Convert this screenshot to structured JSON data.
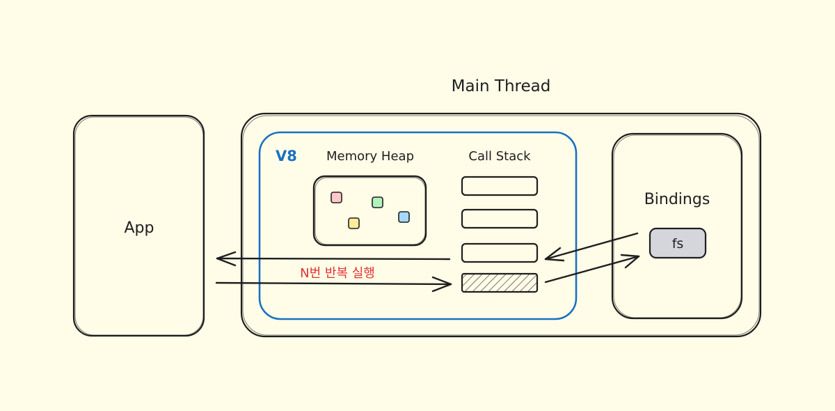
{
  "title": "Main Thread",
  "app": {
    "label": "App"
  },
  "v8": {
    "label": "V8",
    "memory_heap": {
      "label": "Memory Heap"
    },
    "call_stack": {
      "label": "Call Stack"
    }
  },
  "bindings": {
    "label": "Bindings",
    "fs": {
      "label": "fs"
    }
  },
  "loop_annotation": "N번 반복 실행",
  "colors": {
    "background": "#fffce8",
    "stroke": "#1e1e1e",
    "v8_accent": "#1971c2",
    "annotation": "#e03131",
    "fs_fill": "#d4d6dc",
    "heap_pink": "#ffc9c9",
    "heap_green": "#b2f2bb",
    "heap_yellow": "#ffec99",
    "heap_blue": "#a5d8ff"
  }
}
